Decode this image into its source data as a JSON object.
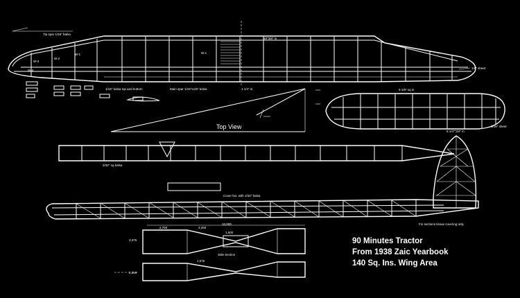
{
  "title_block": {
    "line1": "90 Minutes Tractor",
    "line2": "From 1938 Zaic Yearbook",
    "line3": "140 Sq. Ins. Wing Area"
  },
  "views": {
    "top_view_label": "Top View"
  },
  "annotations": {
    "tip_spar": "Tip spar 1/16\" balsa",
    "wing_span": "18\"3/8\" in",
    "trailing_sheet": "1/8\" sheet",
    "le_note": "1/16\" balsa top and bottom",
    "main_spar": "Main spar 1/16\"x1/8\" balsa",
    "rib_spacing": "1 1/4\" in",
    "stab_span": "9 1/8\" sq in",
    "stab_te": "3/16\" sheet",
    "fuselage_sq": "3/32\" sq balsa",
    "cover": "Cover fus. with 1/32\" balsa",
    "fin_dim": "5 1/4\"\"3/4\" in",
    "fin_note": "Fin sections tissue covering only",
    "dim_a": "2,750",
    "dim_b": "3,250",
    "dim_c": "10,000",
    "dim_d": "1,600",
    "dim_e": "3,375",
    "dim_f": "2,250",
    "dim_g": "1,575",
    "side_view": "Side Section"
  }
}
